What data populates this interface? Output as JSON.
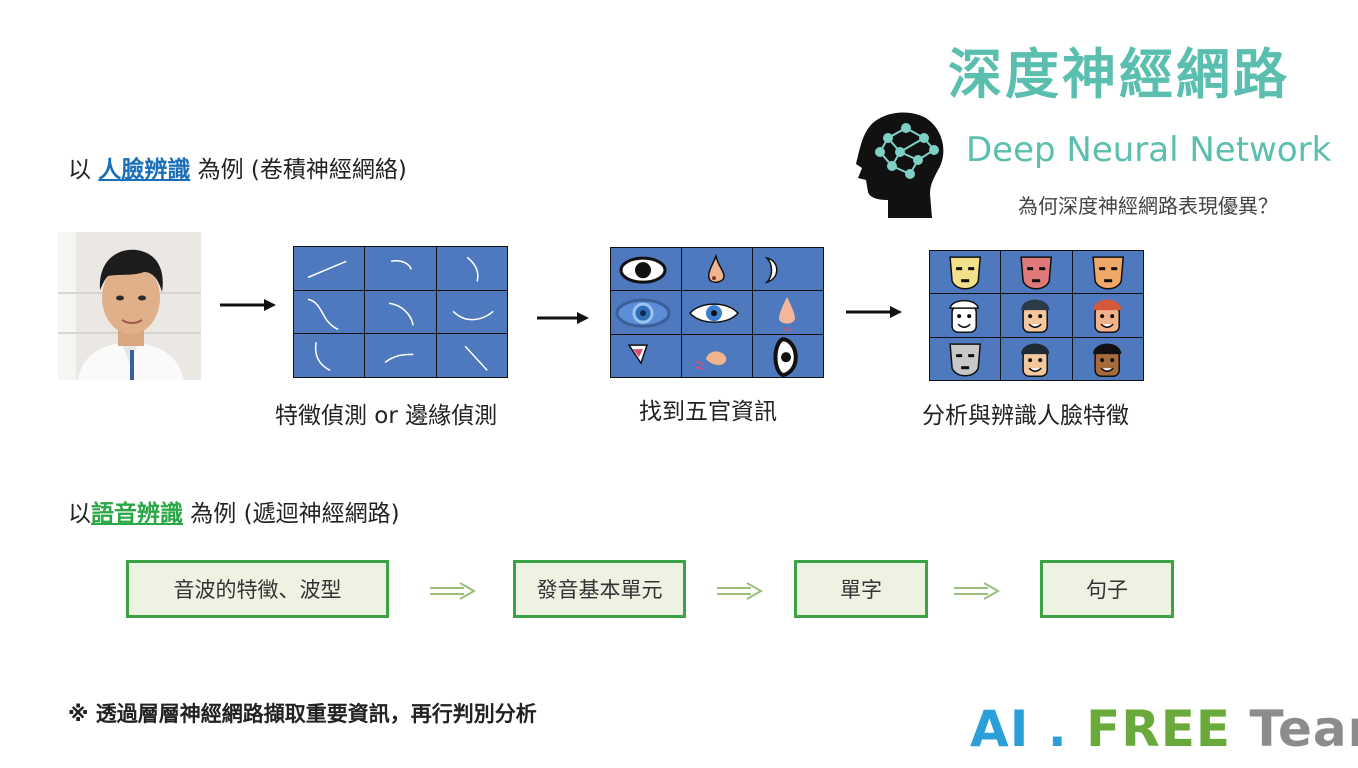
{
  "header": {
    "title": "深度神經網路",
    "subtitle": "Deep Neural Network",
    "question": "為何深度神經網路表現優異？"
  },
  "face_section": {
    "prefix": "以 ",
    "keyword": "人臉辨識",
    "suffix": " 為例 (卷積神經網絡)",
    "captions": [
      "特徵偵測 or 邊緣偵測",
      "找到五官資訊",
      "分析與辨識人臉特徵"
    ]
  },
  "voice_section": {
    "prefix": "以",
    "keyword": "語音辨識",
    "suffix": " 為例 (遞迴神經網路)",
    "steps": [
      "音波的特徵、波型",
      "發音基本單元",
      "單字",
      "句子"
    ]
  },
  "note": "※ 透過層層神經網路擷取重要資訊，再行判別分析",
  "brand": {
    "ai": "AI",
    "dot": " . ",
    "free": "FREE",
    "team": " Team"
  },
  "colors": {
    "title": "#5bbfb0",
    "face_keyword": "#1a6fb8",
    "voice_keyword": "#2aa845",
    "box_border": "#3ca344",
    "grid_bg": "#4e79be",
    "brand_ai": "#2a9fd8",
    "brand_free": "#6aaa3a",
    "brand_team": "#8c8c8c"
  }
}
